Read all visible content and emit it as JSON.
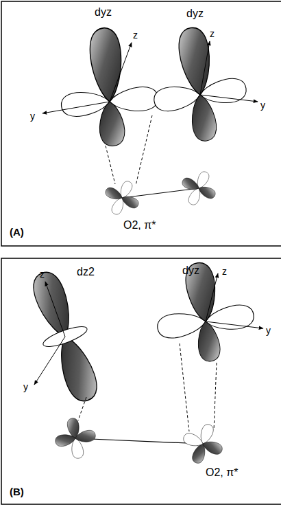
{
  "diagram": {
    "labels": [
      "dyz",
      "dyz",
      "z",
      "y",
      "z",
      "y",
      "O2, π*",
      "(A)",
      "dz2",
      "dyz",
      "z",
      "y",
      "z",
      "y",
      "O2, π*",
      "(B)"
    ]
  }
}
